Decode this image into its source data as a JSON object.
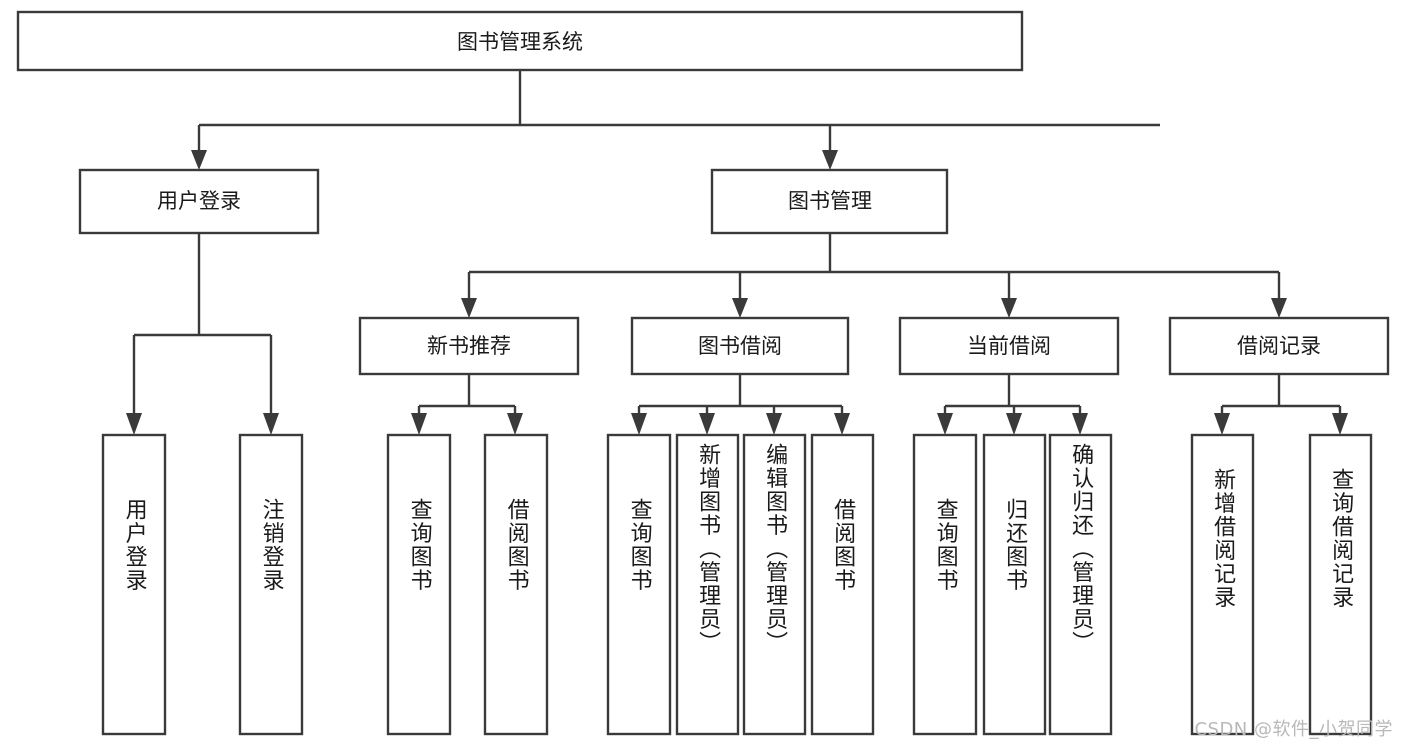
{
  "diagram": {
    "title": "图书管理系统",
    "type": "hierarchy-tree",
    "watermark": "CSDN @软件_小贺同学",
    "colors": {
      "stroke": "#3a3a3a",
      "box_fill": "#ffffff",
      "text": "#1a1a1a",
      "watermark": "#b8b8b8",
      "background": "#ffffff"
    },
    "root": {
      "label": "图书管理系统"
    },
    "level2": [
      {
        "label": "用户登录"
      },
      {
        "label": "图书管理"
      }
    ],
    "level3": [
      {
        "label": "新书推荐"
      },
      {
        "label": "图书借阅"
      },
      {
        "label": "当前借阅"
      },
      {
        "label": "借阅记录"
      }
    ],
    "leaves": {
      "user_login": [
        {
          "label": "用户登录"
        },
        {
          "label": "注销登录"
        }
      ],
      "new_book_recommend": [
        {
          "label": "查询图书"
        },
        {
          "label": "借阅图书"
        }
      ],
      "book_borrow": [
        {
          "label": "查询图书"
        },
        {
          "label": "新增图书（管理员）"
        },
        {
          "label": "编辑图书（管理员）"
        },
        {
          "label": "借阅图书"
        }
      ],
      "current_borrow": [
        {
          "label": "查询图书"
        },
        {
          "label": "归还图书"
        },
        {
          "label": "确认归还（管理员）"
        }
      ],
      "borrow_record": [
        {
          "label": "新增借阅记录"
        },
        {
          "label": "查询借阅记录"
        }
      ]
    }
  }
}
